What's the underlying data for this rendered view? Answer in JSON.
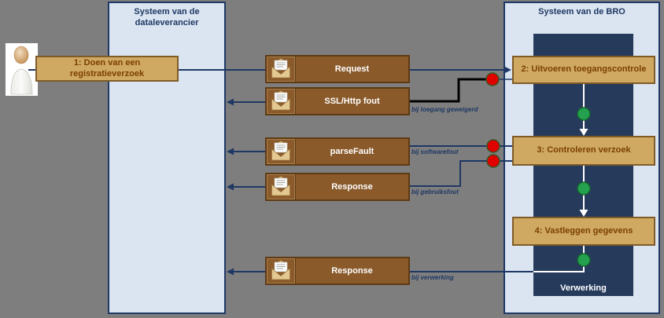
{
  "lanes": {
    "dataleverancier": {
      "title": "Systeem van de dataleverancier"
    },
    "bro": {
      "title": "Systeem van de BRO",
      "inner_label": "Verwerking"
    }
  },
  "actor": {
    "step_label": "1: Doen van een registratieverzoek"
  },
  "process_steps": [
    {
      "label": "2: Uitvoeren toegangscontrole"
    },
    {
      "label": "3: Controleren verzoek"
    },
    {
      "label": "4: Vastleggen gegevens"
    }
  ],
  "messages": [
    {
      "label": "Request"
    },
    {
      "label": "SSL/Http fout",
      "condition": "bij toegang geweigerd"
    },
    {
      "label": "parseFault",
      "condition": "bij softwarefout"
    },
    {
      "label": "Response",
      "condition": "bij gebruiksfout"
    },
    {
      "label": "Response",
      "condition": "bij verwerking"
    }
  ],
  "colors": {
    "background": "#7E7E7E",
    "lane_fill": "#DBE5F1",
    "lane_border": "#1F3864",
    "inner_panel": "#263A5C",
    "process_box": "#CFA962",
    "message_box": "#8A5A2B",
    "error_dot": "#E00000",
    "ok_dot": "#23A14E",
    "connector": "#1F3864",
    "error_connector": "#000000"
  }
}
